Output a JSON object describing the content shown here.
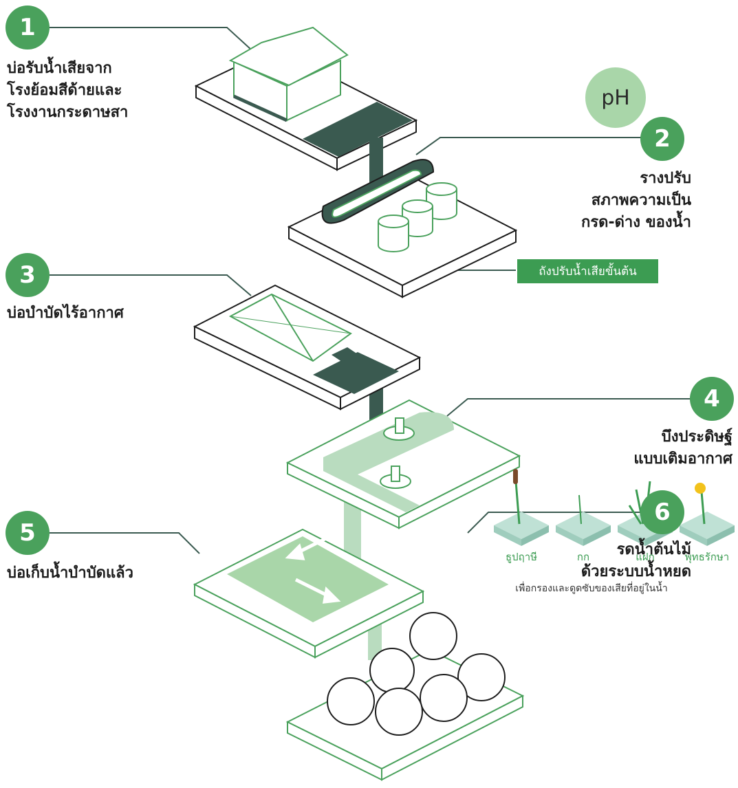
{
  "steps": [
    {
      "num": "1",
      "label": "บ่อรับน้ำเสียจาก\nโรงย้อมสีด้ายและ\nโรงงานกระดาษสา"
    },
    {
      "num": "2",
      "label": "รางปรับ\nสภาพความเป็น\nกรด-ด่าง ของน้ำ"
    },
    {
      "num": "3",
      "label": "บ่อบำบัดไร้อากาศ"
    },
    {
      "num": "4",
      "label": "บึงประดิษฐ์\nแบบเติมอากาศ"
    },
    {
      "num": "5",
      "label": "บ่อเก็บน้ำบำบัดแล้ว"
    },
    {
      "num": "6",
      "label": "รดน้ำต้นไม้\nด้วยระบบน้ำหยด"
    }
  ],
  "ph_badge": "pH",
  "tank_tag": "ถังปรับน้ำเสียขั้นต้น",
  "plants": [
    "ธูปฤาษี",
    "กก",
    "แฝก",
    "พุทธรักษา"
  ],
  "plants_note": "เพื่อกรองและดูดซับของเสียที่อยู่ในน้ำ",
  "colors": {
    "accent": "#4aa15c",
    "dark_water": "#3a5a50",
    "light_green": "#a9d6a9",
    "pale_green": "#d9eedb"
  }
}
